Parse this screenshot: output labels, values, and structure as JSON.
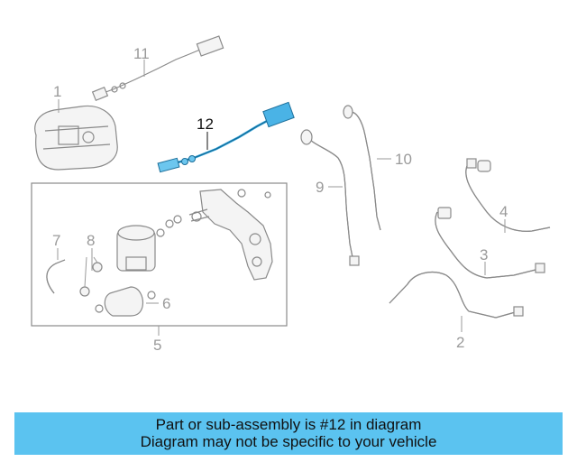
{
  "diagram": {
    "callouts": {
      "c1": "1",
      "c2": "2",
      "c3": "3",
      "c4": "4",
      "c5": "5",
      "c6": "6",
      "c7": "7",
      "c8": "8",
      "c9": "9",
      "c10": "10",
      "c11": "11",
      "c12": "12"
    },
    "highlight_color": "#2b9fd6"
  },
  "banner": {
    "line1": "Part or sub-assembly is #12 in diagram",
    "line2": "Diagram may not be specific to your vehicle",
    "background": "#5bc3f0"
  }
}
